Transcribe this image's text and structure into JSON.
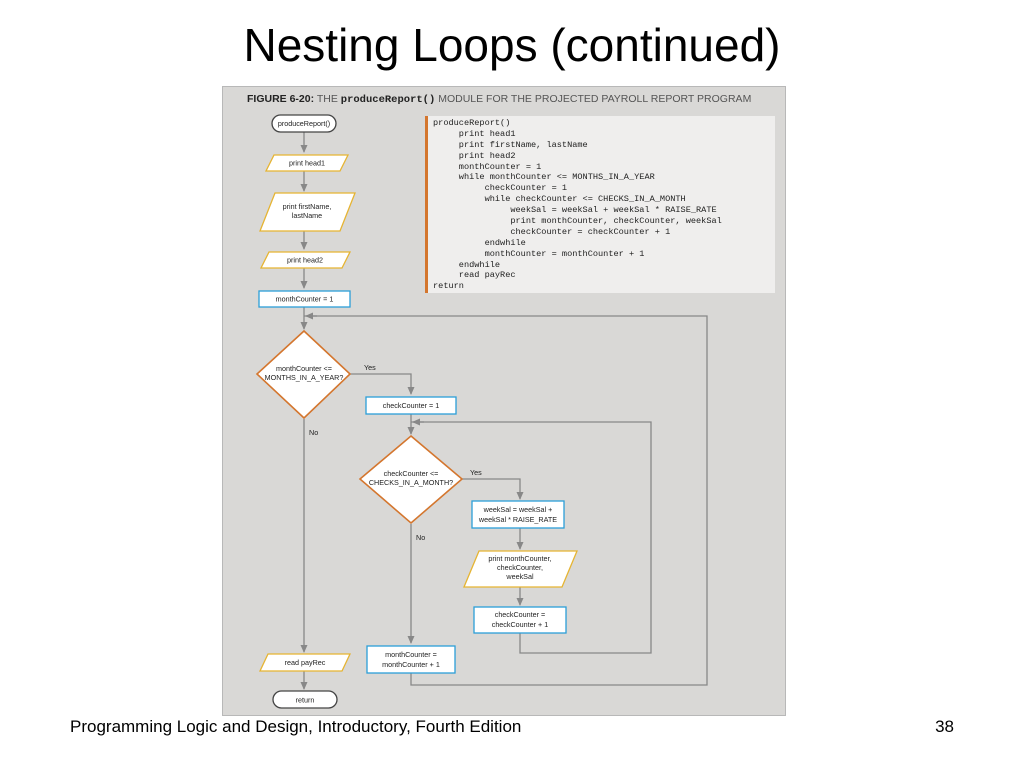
{
  "slide": {
    "title": "Nesting Loops (continued)",
    "footer_left": "Programming Logic and Design, Introductory, Fourth Edition",
    "page_number": "38"
  },
  "figure": {
    "caption_number": "FIGURE 6-20:",
    "caption_the": "THE",
    "caption_module": "produceReport()",
    "caption_rest": "MODULE FOR THE PROJECTED PAYROLL REPORT PROGRAM"
  },
  "pseudocode": [
    "produceReport()",
    "     print head1",
    "     print firstName, lastName",
    "     print head2",
    "     monthCounter = 1",
    "     while monthCounter <= MONTHS_IN_A_YEAR",
    "          checkCounter = 1",
    "          while checkCounter <= CHECKS_IN_A_MONTH",
    "               weekSal = weekSal + weekSal * RAISE_RATE",
    "               print monthCounter, checkCounter, weekSal",
    "               checkCounter = checkCounter + 1",
    "          endwhile",
    "          monthCounter = monthCounter + 1",
    "     endwhile",
    "     read payRec",
    "return"
  ],
  "flowchart": {
    "start": "produceReport()",
    "print_head1": "print head1",
    "print_name_1": "print firstName,",
    "print_name_2": "lastName",
    "print_head2": "print head2",
    "month_init": "monthCounter = 1",
    "outer_cond_1": "monthCounter <=",
    "outer_cond_2": "MONTHS_IN_A_YEAR?",
    "outer_yes": "Yes",
    "outer_no": "No",
    "check_init": "checkCounter = 1",
    "inner_cond_1": "checkCounter <=",
    "inner_cond_2": "CHECKS_IN_A_MONTH?",
    "inner_yes": "Yes",
    "inner_no": "No",
    "weeksal_1": "weekSal = weekSal +",
    "weeksal_2": "weekSal * RAISE_RATE",
    "print_month_1": "print monthCounter,",
    "print_month_2": "checkCounter,",
    "print_month_3": "weekSal",
    "check_inc_1": "checkCounter =",
    "check_inc_2": "checkCounter + 1",
    "month_inc_1": "monthCounter =",
    "month_inc_2": "monthCounter + 1",
    "read_payrec": "read payRec",
    "end": "return"
  },
  "colors": {
    "panel_bg": "#d9d8d6",
    "process_stroke": "#2b9fd8",
    "io_stroke": "#e6b432",
    "decision_stroke": "#d4762e",
    "flow_line": "#888888",
    "terminal_stroke": "#444444"
  }
}
